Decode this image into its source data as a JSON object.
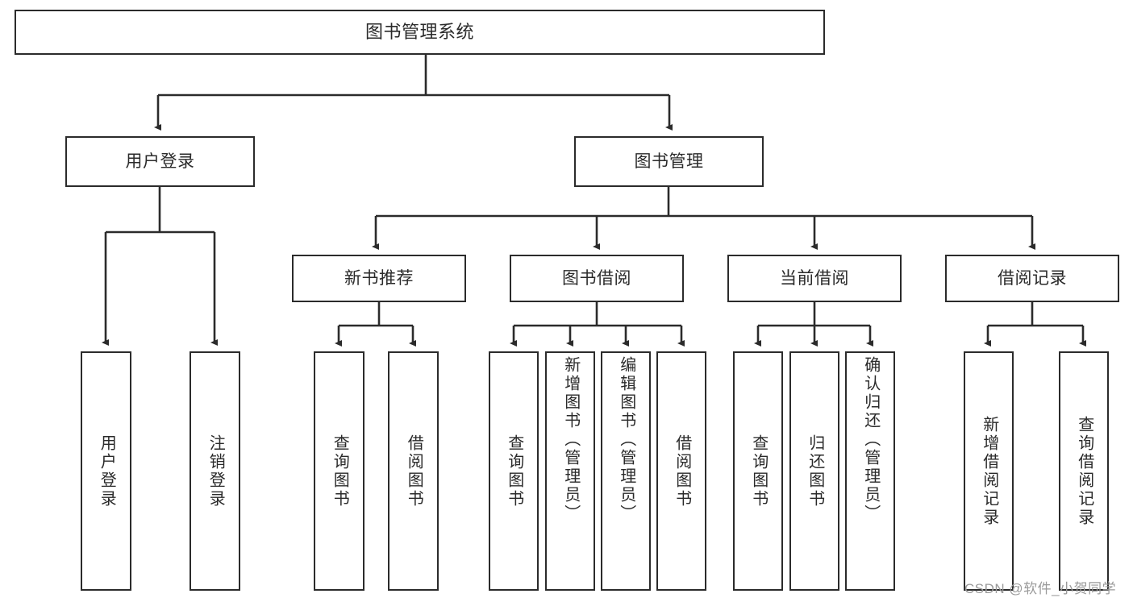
{
  "diagram": {
    "title": "图书管理系统",
    "type": "tree",
    "colors": {
      "box_border": "#2b2b2b",
      "box_fill": "#ffffff",
      "edge": "#2b2b2b",
      "text": "#2a2a2a",
      "watermark": "#9a9a9a"
    },
    "nodes": {
      "root": {
        "label": "图书管理系统"
      },
      "level1": [
        {
          "id": "user-login",
          "label": "用户登录"
        },
        {
          "id": "book-management",
          "label": "图书管理"
        }
      ],
      "level2": [
        {
          "id": "new-book-recommend",
          "label": "新书推荐"
        },
        {
          "id": "book-borrow",
          "label": "图书借阅"
        },
        {
          "id": "current-borrow",
          "label": "当前借阅"
        },
        {
          "id": "borrow-record",
          "label": "借阅记录"
        }
      ],
      "leaves": {
        "user-login": [
          {
            "id": "leaf-user-login",
            "label": "用户登录"
          },
          {
            "id": "leaf-logout-login",
            "label": "注销登录"
          }
        ],
        "new-book-recommend": [
          {
            "id": "leaf-query-book-1",
            "label": "查询图书"
          },
          {
            "id": "leaf-borrow-book-1",
            "label": "借阅图书"
          }
        ],
        "book-borrow": [
          {
            "id": "leaf-query-book-2",
            "label": "查询图书"
          },
          {
            "id": "leaf-add-book",
            "label": "新增图书（管理员）"
          },
          {
            "id": "leaf-edit-book",
            "label": "编辑图书（管理员）"
          },
          {
            "id": "leaf-borrow-book-2",
            "label": "借阅图书"
          }
        ],
        "current-borrow": [
          {
            "id": "leaf-query-book-3",
            "label": "查询图书"
          },
          {
            "id": "leaf-return-book",
            "label": "归还图书"
          },
          {
            "id": "leaf-confirm-return",
            "label": "确认归还（管理员）"
          }
        ],
        "borrow-record": [
          {
            "id": "leaf-add-record",
            "label": "新增借阅记录"
          },
          {
            "id": "leaf-query-record",
            "label": "查询借阅记录"
          }
        ]
      }
    },
    "watermark": "CSDN @软件_小贺同学"
  }
}
